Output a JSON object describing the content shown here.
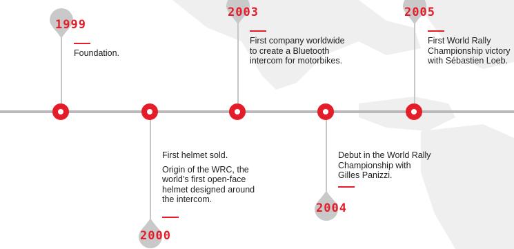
{
  "colors": {
    "accent": "#e41d2a",
    "line": "#b9b9b9",
    "pin": "#c9c9c9",
    "map": "#eeeeee"
  },
  "milestones": [
    {
      "year": "1999",
      "lines": [
        "Foundation."
      ]
    },
    {
      "year": "2000",
      "lines": [
        "First helmet sold.",
        "Origin of the WRC, the world’s first open-face helmet designed around the intercom."
      ]
    },
    {
      "year": "2003",
      "lines": [
        "First company worldwide to create a Bluetooth intercom for motorbikes."
      ]
    },
    {
      "year": "2004",
      "lines": [
        "Debut in the World Rally Championship with Gilles Panizzi."
      ]
    },
    {
      "year": "2005",
      "lines": [
        "First World Rally Championship victory with Sébastien Loeb."
      ]
    }
  ]
}
